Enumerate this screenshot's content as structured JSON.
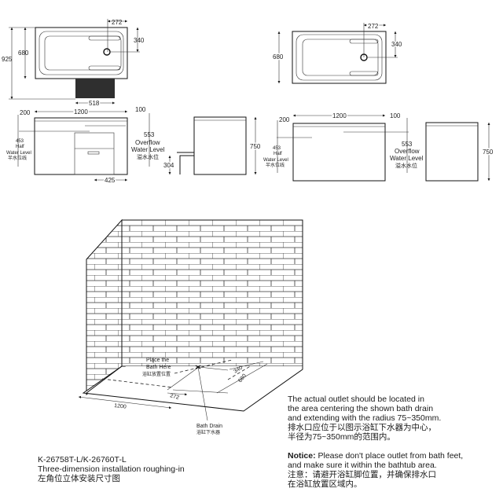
{
  "dims": {
    "plan_left": {
      "d925": "925",
      "d680": "680",
      "d272": "272",
      "d340": "340",
      "d518": "518"
    },
    "front_left": {
      "d1200": "1200",
      "d200": "200",
      "d100": "100",
      "d553": "553",
      "d453": "453",
      "half": "Half",
      "water_level": "Water Level",
      "half_cn": "半水位线",
      "overflow": "Overflow",
      "overflow_wl": "Water Level",
      "overflow_cn": "溢水水位",
      "d425": "425"
    },
    "side_left": {
      "d750": "750",
      "d304": "304"
    },
    "plan_right": {
      "d680": "680",
      "d272": "272",
      "d340": "340"
    },
    "front_right": {
      "d1200": "1200",
      "d200": "200",
      "d100": "100",
      "d553": "553",
      "d453": "453",
      "half": "Half",
      "water_level": "Water Level",
      "half_cn": "半水位线",
      "overflow": "Overflow",
      "overflow_wl": "Water Level",
      "overflow_cn": "溢水水位"
    },
    "side_right": {
      "d750": "750"
    }
  },
  "roughing": {
    "place_line1": "Place the",
    "place_line2": "Bath Here",
    "place_cn": "浴缸放置位置",
    "d340": "340",
    "d680": "680",
    "d272": "272",
    "d1200": "1200",
    "drain": "Bath Drain",
    "drain_cn": "浴缸下水器"
  },
  "note": {
    "lines": [
      "The actual outlet should be located in",
      "the area centering the shown bath drain",
      "and extending with the radius 75~350mm.",
      "排水口应位于以图示浴缸下水器为中心，",
      "半径为75~350mm的范围内。"
    ],
    "notice_label": "Notice:",
    "notice_text": " Please don't place outlet from bath feet,",
    "notice_lines": [
      "and make sure it within the bathtub area.",
      "注意：请避开浴缸脚位置，并确保排水口",
      "在浴缸放置区域内。"
    ]
  },
  "caption": {
    "model": "K-26758T-L/K-26760T-L",
    "title": "Three-dimension installation roughing-in",
    "title_cn": "左角位立体安装尺寸图"
  }
}
